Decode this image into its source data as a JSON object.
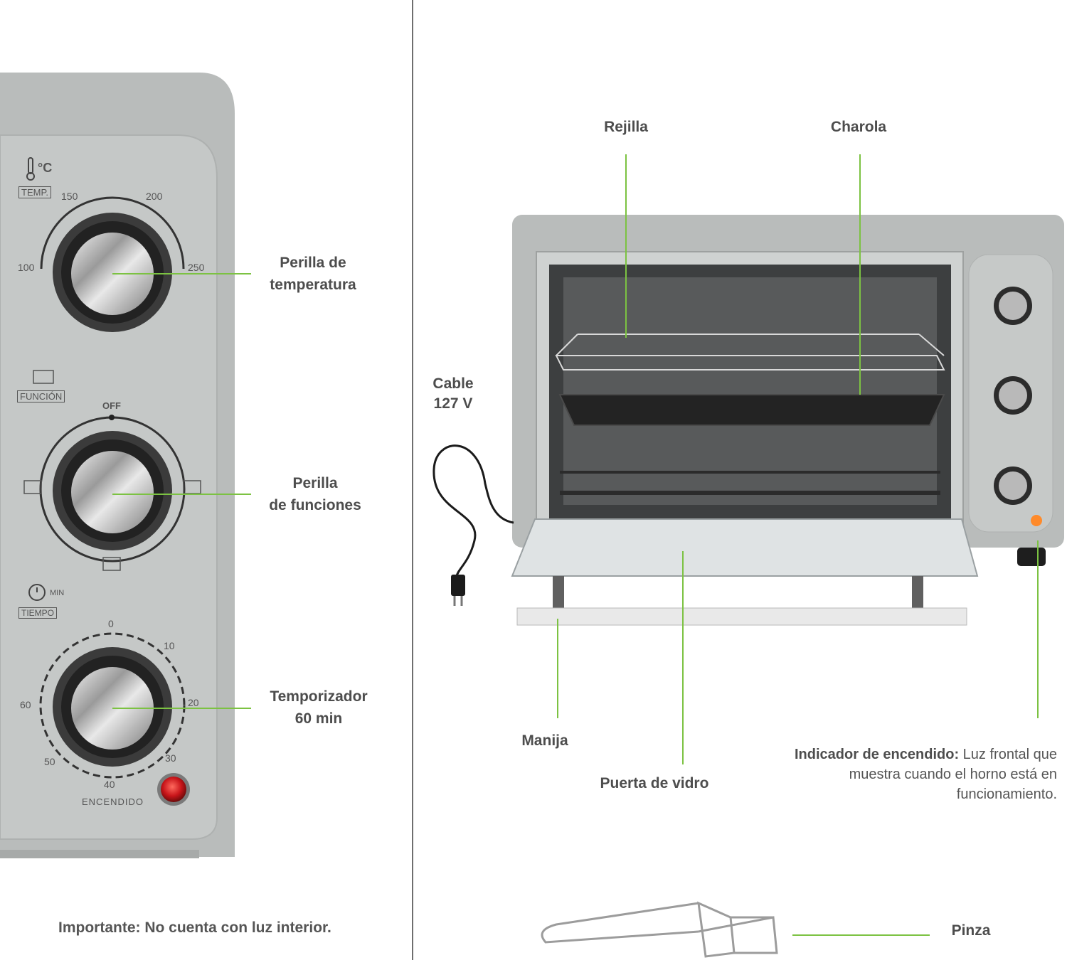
{
  "left_panel": {
    "temp_knob": {
      "symbol": "°C",
      "badge": "TEMP.",
      "scale": [
        "100",
        "150",
        "200",
        "250"
      ]
    },
    "function_knob": {
      "badge": "FUNCIÓN",
      "off_label": "OFF"
    },
    "timer_knob": {
      "unit": "MIN",
      "badge": "TIEMPO",
      "scale": [
        "0",
        "10",
        "20",
        "30",
        "40",
        "50",
        "60"
      ]
    },
    "power_label": "ENCENDIDO",
    "callouts": {
      "temperature": [
        "Perilla de",
        "temperatura"
      ],
      "function": [
        "Perilla",
        "de funciones"
      ],
      "timer": [
        "Temporizador",
        "60 min"
      ]
    },
    "note": "Importante: No cuenta con luz interior."
  },
  "right_panel": {
    "labels": {
      "rack": "Rejilla",
      "tray": "Charola",
      "cable": [
        "Cable",
        "127 V"
      ],
      "handle": "Manija",
      "glass_door": "Puerta de vidro",
      "tongs": "Pinza"
    },
    "power_indicator": {
      "title": "Indicador de encendido:",
      "text_parts": [
        "Luz frontal que",
        "muestra cuando el horno está en",
        "funcionamiento."
      ]
    }
  },
  "colors": {
    "accent_line": "#7cc242",
    "oven_body": "#b9bcbb",
    "indicator": "#d21f1f"
  }
}
